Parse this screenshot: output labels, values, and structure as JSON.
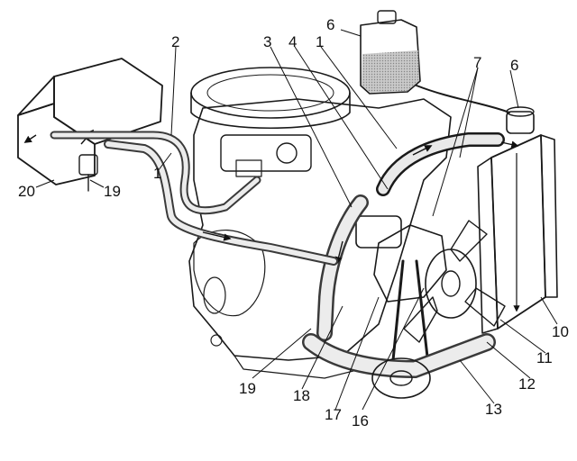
{
  "diagram": {
    "callouts": [
      {
        "id": "label-2",
        "text": "2"
      },
      {
        "id": "label-3",
        "text": "3"
      },
      {
        "id": "label-4",
        "text": "4"
      },
      {
        "id": "label-1-top",
        "text": "1"
      },
      {
        "id": "label-1-left",
        "text": "1"
      },
      {
        "id": "label-6-tank",
        "text": "6"
      },
      {
        "id": "label-6-cap",
        "text": "6"
      },
      {
        "id": "label-7",
        "text": "7"
      },
      {
        "id": "label-10",
        "text": "10"
      },
      {
        "id": "label-11",
        "text": "11"
      },
      {
        "id": "label-12",
        "text": "12"
      },
      {
        "id": "label-13",
        "text": "13"
      },
      {
        "id": "label-16",
        "text": "16"
      },
      {
        "id": "label-17",
        "text": "17"
      },
      {
        "id": "label-18",
        "text": "18"
      },
      {
        "id": "label-19-bottom",
        "text": "19"
      },
      {
        "id": "label-19-heater",
        "text": "19"
      },
      {
        "id": "label-20",
        "text": "20"
      }
    ]
  }
}
